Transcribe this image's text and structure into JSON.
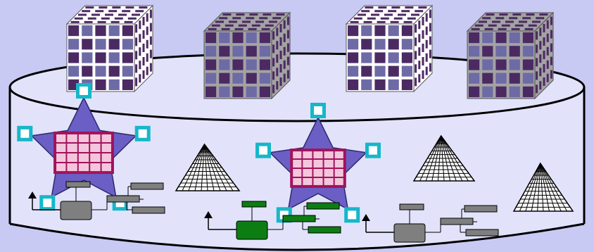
{
  "palette": {
    "background": "#c8caf4",
    "cylinder_fill": "#e2e3fb",
    "cylinder_stroke": "#000000",
    "cube_light_face": "#ffffff",
    "cube_dark_face": "#a3a3a3",
    "cube_cell_dark": "#4b2a63",
    "cube_cell_light": "#6d6aa6",
    "star_fill": "#6b5fc6",
    "fact_table_border": "#a0135c",
    "fact_table_fill": "#f4c6dc",
    "dimension_box": "#16b7c9",
    "hierarchy_gray": "#7f7f7f",
    "hierarchy_green": "#0c7d12",
    "pyramid_stroke": "#000000"
  },
  "cubes": [
    {
      "name": "data-cube-1",
      "style": "light"
    },
    {
      "name": "data-cube-2",
      "style": "dark"
    },
    {
      "name": "data-cube-3",
      "style": "light"
    },
    {
      "name": "data-cube-4",
      "style": "dark"
    }
  ],
  "star_schemas": [
    {
      "name": "star-schema-left",
      "dimensions": 5
    },
    {
      "name": "star-schema-middle",
      "dimensions": 5
    }
  ],
  "pyramids": [
    {
      "name": "pyramid-left"
    },
    {
      "name": "pyramid-middle"
    },
    {
      "name": "pyramid-right"
    }
  ],
  "hierarchies": [
    {
      "name": "hierarchy-tree-left",
      "color": "gray"
    },
    {
      "name": "hierarchy-tree-middle",
      "color": "green"
    },
    {
      "name": "hierarchy-tree-right",
      "color": "gray"
    }
  ]
}
